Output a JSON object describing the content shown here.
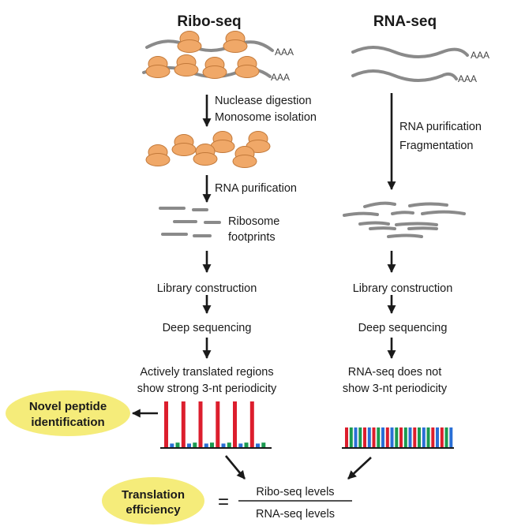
{
  "ribo": {
    "title": "Ribo-seq",
    "poly_a_1": "AAA",
    "poly_a_2": "AAA",
    "step1_line1": "Nuclease digestion",
    "step1_line2": "Monosome isolation",
    "step2": "RNA purification",
    "footprints_line1": "Ribosome",
    "footprints_line2": "footprints",
    "library": "Library construction",
    "sequencing": "Deep sequencing",
    "result_line1": "Actively translated regions",
    "result_line2": "show strong 3-nt periodicity"
  },
  "rna": {
    "title": "RNA-seq",
    "poly_a_1": "AAA",
    "poly_a_2": "AAA",
    "step1_line1": "RNA purification",
    "step1_line2": "Fragmentation",
    "library": "Library construction",
    "sequencing": "Deep sequencing",
    "result_line1": "RNA-seq does not",
    "result_line2": "show 3-nt periodicity"
  },
  "novel": {
    "line1": "Novel peptide",
    "line2": "identification"
  },
  "efficiency": {
    "line1": "Translation",
    "line2": "efficiency",
    "equals": "=",
    "numerator": "Ribo-seq levels",
    "denominator": "RNA-seq levels"
  },
  "colors": {
    "ribosome": "#f0a868",
    "strand": "#8a8a8a",
    "oval": "#f5ec7a",
    "bar_red": "#dc1e2d",
    "bar_green": "#1a9a50",
    "bar_blue": "#2a6fd6"
  },
  "chart_data": [
    {
      "type": "bar",
      "name": "ribo-periodicity",
      "values": [
        1,
        0.08,
        0.1,
        1,
        0.08,
        0.1,
        1,
        0.08,
        0.1,
        1,
        0.08,
        0.1,
        1,
        0.08,
        0.1,
        1,
        0.08,
        0.1
      ],
      "colors": [
        "red",
        "blue",
        "green",
        "red",
        "blue",
        "green",
        "red",
        "blue",
        "green",
        "red",
        "blue",
        "green",
        "red",
        "blue",
        "green",
        "red",
        "blue",
        "green"
      ]
    },
    {
      "type": "bar",
      "name": "rna-uniform",
      "values": [
        1,
        1,
        1,
        1,
        1,
        1,
        1,
        1,
        1,
        1,
        1,
        1,
        1,
        1,
        1,
        1,
        1,
        1,
        1,
        1,
        1,
        1,
        1,
        1
      ],
      "colors": [
        "red",
        "green",
        "blue",
        "green",
        "red",
        "blue",
        "red",
        "green",
        "blue",
        "red",
        "blue",
        "green",
        "red",
        "green",
        "blue",
        "red",
        "green",
        "blue",
        "green",
        "red",
        "blue",
        "red",
        "green",
        "blue"
      ]
    }
  ]
}
